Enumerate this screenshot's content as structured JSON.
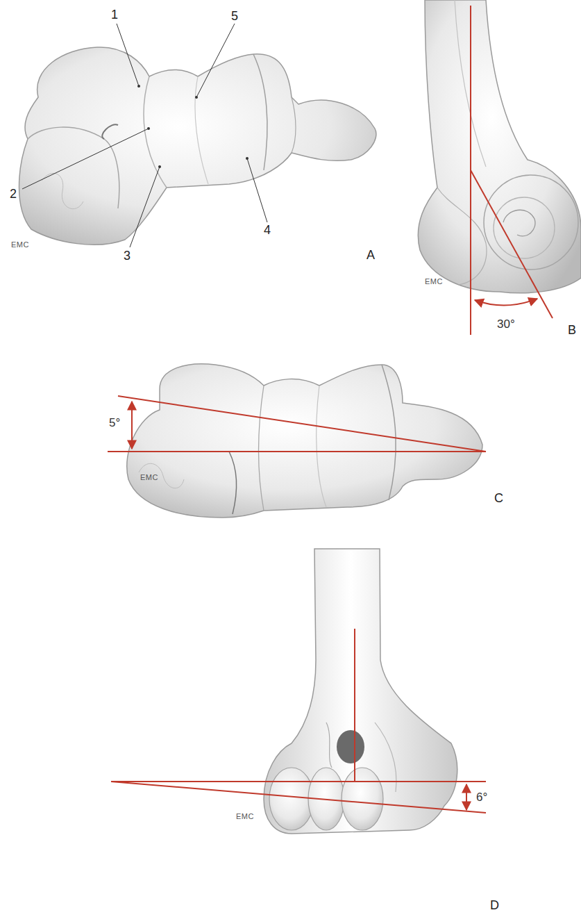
{
  "diagram": {
    "labels": [
      "1",
      "5",
      "2",
      "EMC",
      "3",
      "4",
      "A",
      "EMC",
      "30°",
      "B",
      "5°",
      "EMC",
      "C",
      "EMC",
      "6°",
      "D"
    ]
  }
}
